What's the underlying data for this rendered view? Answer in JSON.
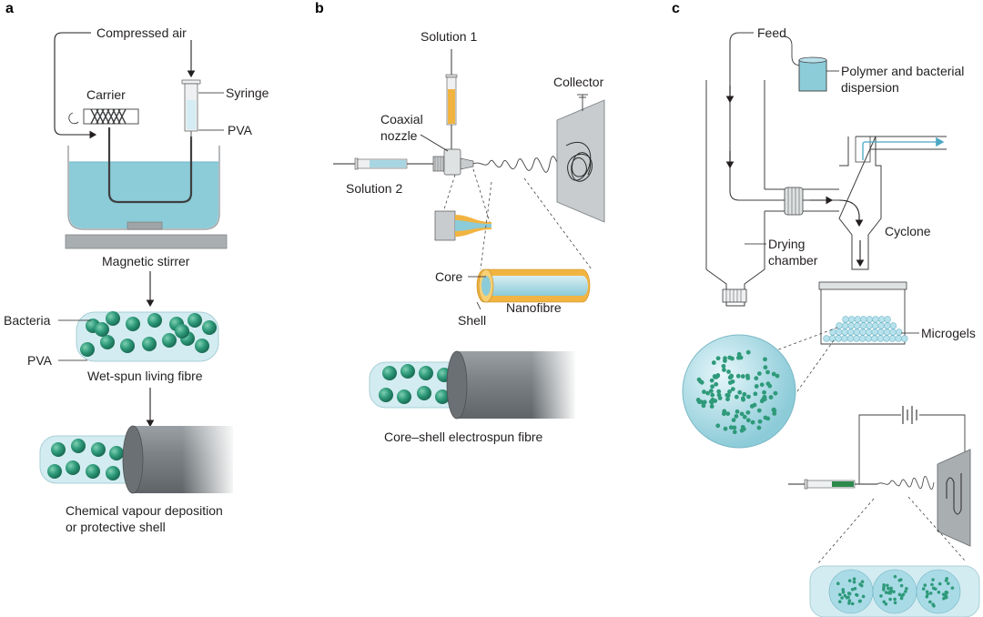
{
  "panels": {
    "a": "a",
    "b": "b",
    "c": "c"
  },
  "panel_a": {
    "compressed_air": "Compressed air",
    "carrier": "Carrier",
    "syringe": "Syringe",
    "pva": "PVA",
    "magnetic_stirrer": "Magnetic stirrer",
    "bacteria": "Bacteria",
    "pva_fibre": "PVA",
    "wet_spun": "Wet-spun living fibre",
    "cvd_line1": "Chemical vapour deposition",
    "cvd_line2": "or protective shell"
  },
  "panel_b": {
    "solution1": "Solution 1",
    "solution2": "Solution 2",
    "collector": "Collector",
    "coaxial_line1": "Coaxial",
    "coaxial_line2": "nozzle",
    "core": "Core",
    "shell": "Shell",
    "nanofibre": "Nanofibre",
    "core_shell": "Core–shell electrospun fibre"
  },
  "panel_c": {
    "feed": "Feed",
    "polymer_line1": "Polymer and bacterial",
    "polymer_line2": "dispersion",
    "drying_line1": "Drying",
    "drying_line2": "chamber",
    "cyclone": "Cyclone",
    "microgels": "Microgels"
  },
  "colors": {
    "water": "#8ccbd8",
    "fibre": "#d3ecf1",
    "bacteria": "#2e9a7a",
    "shell": "#7d8387",
    "orange": "#f2b441",
    "green_tip": "#2c8a4c",
    "steel": "#c8ccce"
  }
}
